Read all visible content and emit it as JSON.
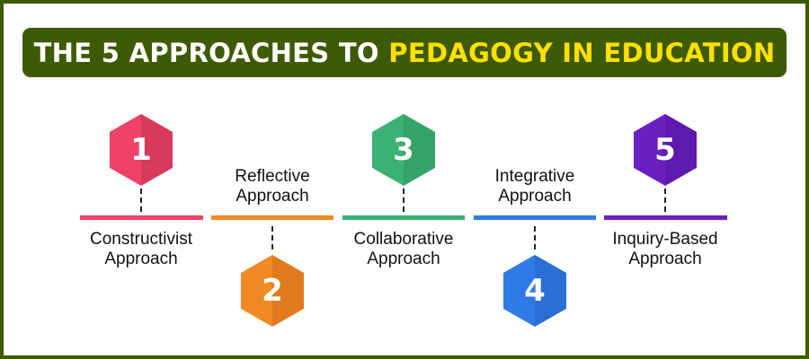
{
  "title": {
    "part1": "THE 5 APPROACHES TO ",
    "part2": "PEDAGOGY IN EDUCATION",
    "background": "#3e5a04",
    "color_primary": "#ffffff",
    "color_highlight": "#ffe000"
  },
  "frame_color": "#3d5a00",
  "approaches": [
    {
      "number": "1",
      "label_line1": "Constructivist",
      "label_line2": "Approach",
      "color": "#ee4266",
      "color_dark": "#d93a5c",
      "position": "top"
    },
    {
      "number": "2",
      "label_line1": "Reflective",
      "label_line2": "Approach",
      "color": "#f28a24",
      "color_dark": "#e17a1c",
      "position": "bottom"
    },
    {
      "number": "3",
      "label_line1": "Collaborative",
      "label_line2": "Approach",
      "color": "#3bb273",
      "color_dark": "#34a367",
      "position": "top"
    },
    {
      "number": "4",
      "label_line1": "Integrative",
      "label_line2": "Approach",
      "color": "#2f7ae5",
      "color_dark": "#2a6fd6",
      "position": "bottom"
    },
    {
      "number": "5",
      "label_line1": "Inquiry-Based",
      "label_line2": "Approach",
      "color": "#6a1fc2",
      "color_dark": "#5e1aae",
      "position": "top"
    }
  ]
}
